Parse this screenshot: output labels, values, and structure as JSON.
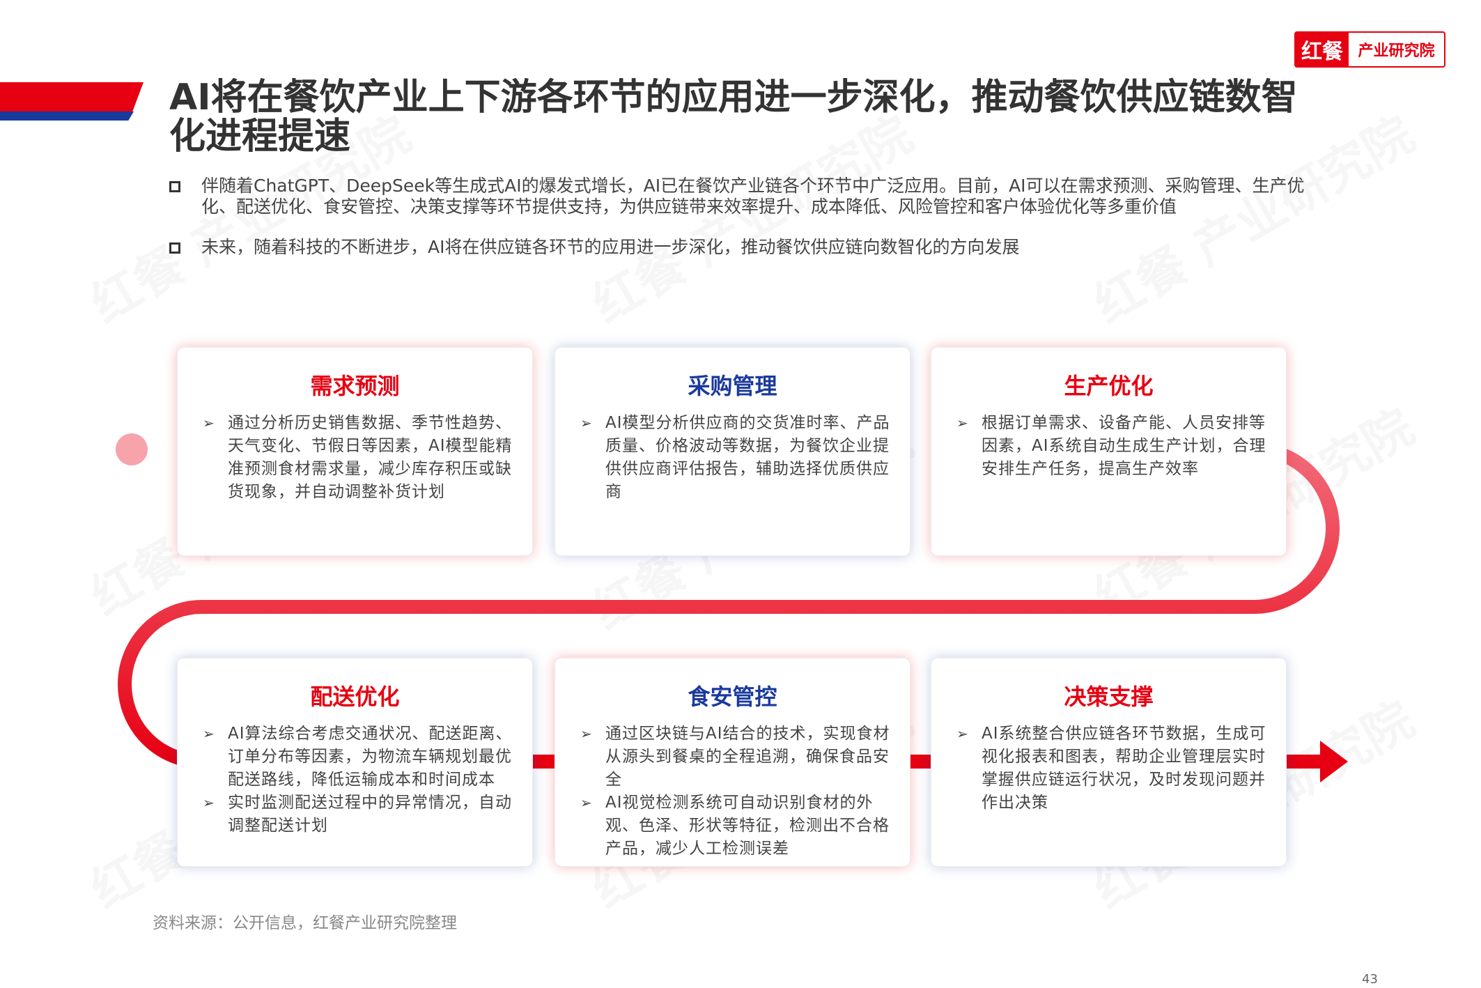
{
  "logo": {
    "brand": "红餐",
    "sub": "产业研究院"
  },
  "title": "AI将在餐饮产业上下游各环节的应用进一步深化，推动餐饮供应链数智化进程提速",
  "bullets": [
    "伴随着ChatGPT、DeepSeek等生成式AI的爆发式增长，AI已在餐饮产业链各个环节中广泛应用。目前，AI可以在需求预测、采购管理、生产优化、配送优化、食安管控、决策支撑等环节提供支持，为供应链带来效率提升、成本降低、风险管控和客户体验优化等多重价值",
    "未来，随着科技的不断进步，AI将在供应链各环节的应用进一步深化，推动餐饮供应链向数智化的方向发展"
  ],
  "cards": [
    {
      "title": "需求预测",
      "items": [
        "通过分析历史销售数据、季节性趋势、天气变化、节假日等因素，AI模型能精准预测食材需求量，减少库存积压或缺货现象，并自动调整补货计划"
      ]
    },
    {
      "title": "采购管理",
      "items": [
        "AI模型分析供应商的交货准时率、产品质量、价格波动等数据，为餐饮企业提供供应商评估报告，辅助选择优质供应商"
      ]
    },
    {
      "title": "生产优化",
      "items": [
        "根据订单需求、设备产能、人员安排等因素，AI系统自动生成生产计划，合理安排生产任务，提高生产效率"
      ]
    },
    {
      "title": "配送优化",
      "items": [
        "AI算法综合考虑交通状况、配送距离、订单分布等因素，为物流车辆规划最优配送路线，降低运输成本和时间成本",
        "实时监测配送过程中的异常情况，自动调整配送计划"
      ]
    },
    {
      "title": "食安管控",
      "items": [
        "通过区块链与AI结合的技术，实现食材从源头到餐桌的全程追溯，确保食品安全",
        "AI视觉检测系统可自动识别食材的外观、色泽、形状等特征，检测出不合格产品，减少人工检测误差"
      ]
    },
    {
      "title": "决策支撑",
      "items": [
        "AI系统整合供应链各环节数据，生成可视化报表和图表，帮助企业管理层实时掌握供应链运行状况，及时发现问题并作出决策"
      ]
    }
  ],
  "source": "资料来源：公开信息，红餐产业研究院整理",
  "page_number": "43",
  "watermark": "红餐 产业研究院",
  "colors": {
    "red": "#e60012",
    "blue": "#1a3a9c"
  }
}
